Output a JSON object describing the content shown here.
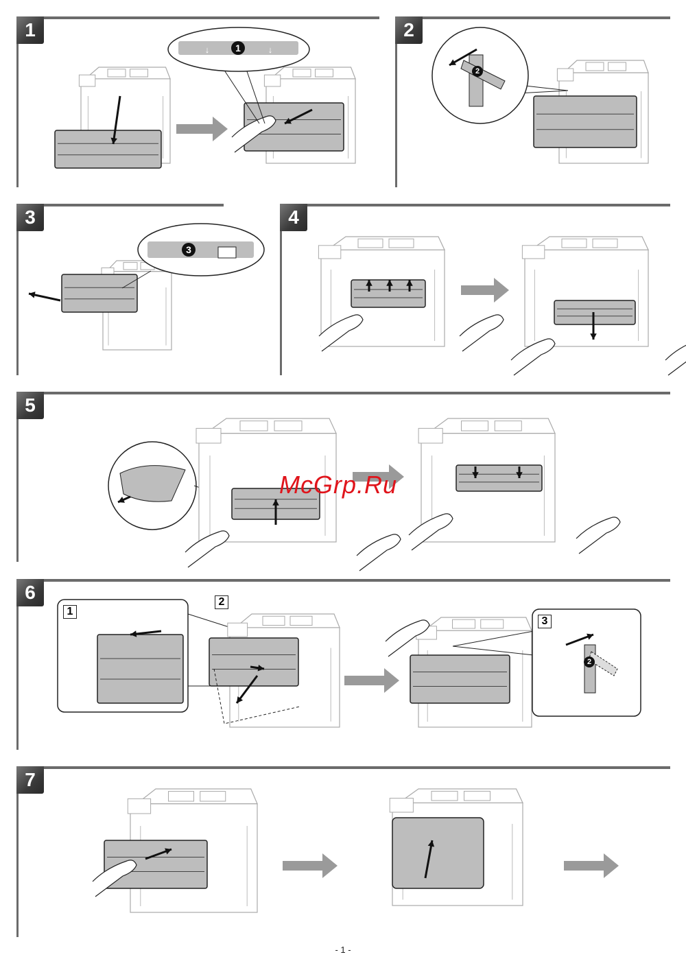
{
  "steps": [
    {
      "number": "1"
    },
    {
      "number": "2"
    },
    {
      "number": "3"
    },
    {
      "number": "4"
    },
    {
      "number": "5"
    },
    {
      "number": "6"
    },
    {
      "number": "7"
    }
  ],
  "callouts": {
    "step1_label": "1",
    "step2_label": "2",
    "step3_label": "3",
    "step6_lever_label": "2"
  },
  "step6_substeps": [
    "1",
    "2",
    "3"
  ],
  "watermark": "McGrp.Ru",
  "page_number": "- 1 -",
  "colors": {
    "frame": "#6b6b6b",
    "part_fill": "#bdbdbd",
    "arrow": "#9a9a9a",
    "watermark": "#e0141b"
  }
}
